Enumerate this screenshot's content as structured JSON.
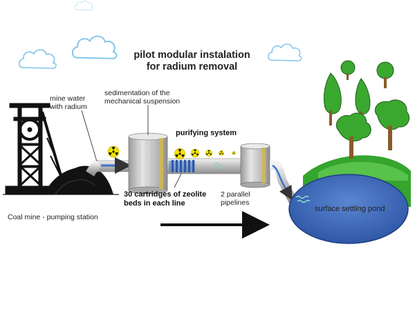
{
  "diagram": {
    "title_line1": "pilot modular instalation",
    "title_line2": "for radium removal",
    "labels": {
      "mine_water_line1": "mine water",
      "mine_water_line2": "with radium",
      "sedimentation_line1": "sedimentation of the",
      "sedimentation_line2": "mechanical suspension",
      "purifying_system": "purifying system",
      "cartridges_line1": "30 cartridges of zeolite",
      "cartridges_line2": "beds in each line",
      "pipelines_line1": "2 parallel",
      "pipelines_line2": "pipelines",
      "coal_mine": "Coal mine - pumping station",
      "settling_pond": "surface settling pond"
    },
    "icons": [
      "cloud-icon",
      "mine-headframe-icon",
      "coal-heap-icon",
      "radiation-symbol-icon",
      "tank-icon",
      "tree-icon",
      "pond-icon",
      "flow-arrow-icon"
    ],
    "colors": {
      "pipe": "#c9c9c9",
      "pipe_water": "#3a73c9",
      "tank": "#cfcfcf",
      "tank_stripe": "#d6b84a",
      "pond": "#3b63b6",
      "grass": "#35a52e",
      "tree_leaf": "#3aa82f",
      "trunk": "#8a5a2b",
      "radiation": "#f2e200",
      "cloud": "#7fc4ea"
    }
  }
}
